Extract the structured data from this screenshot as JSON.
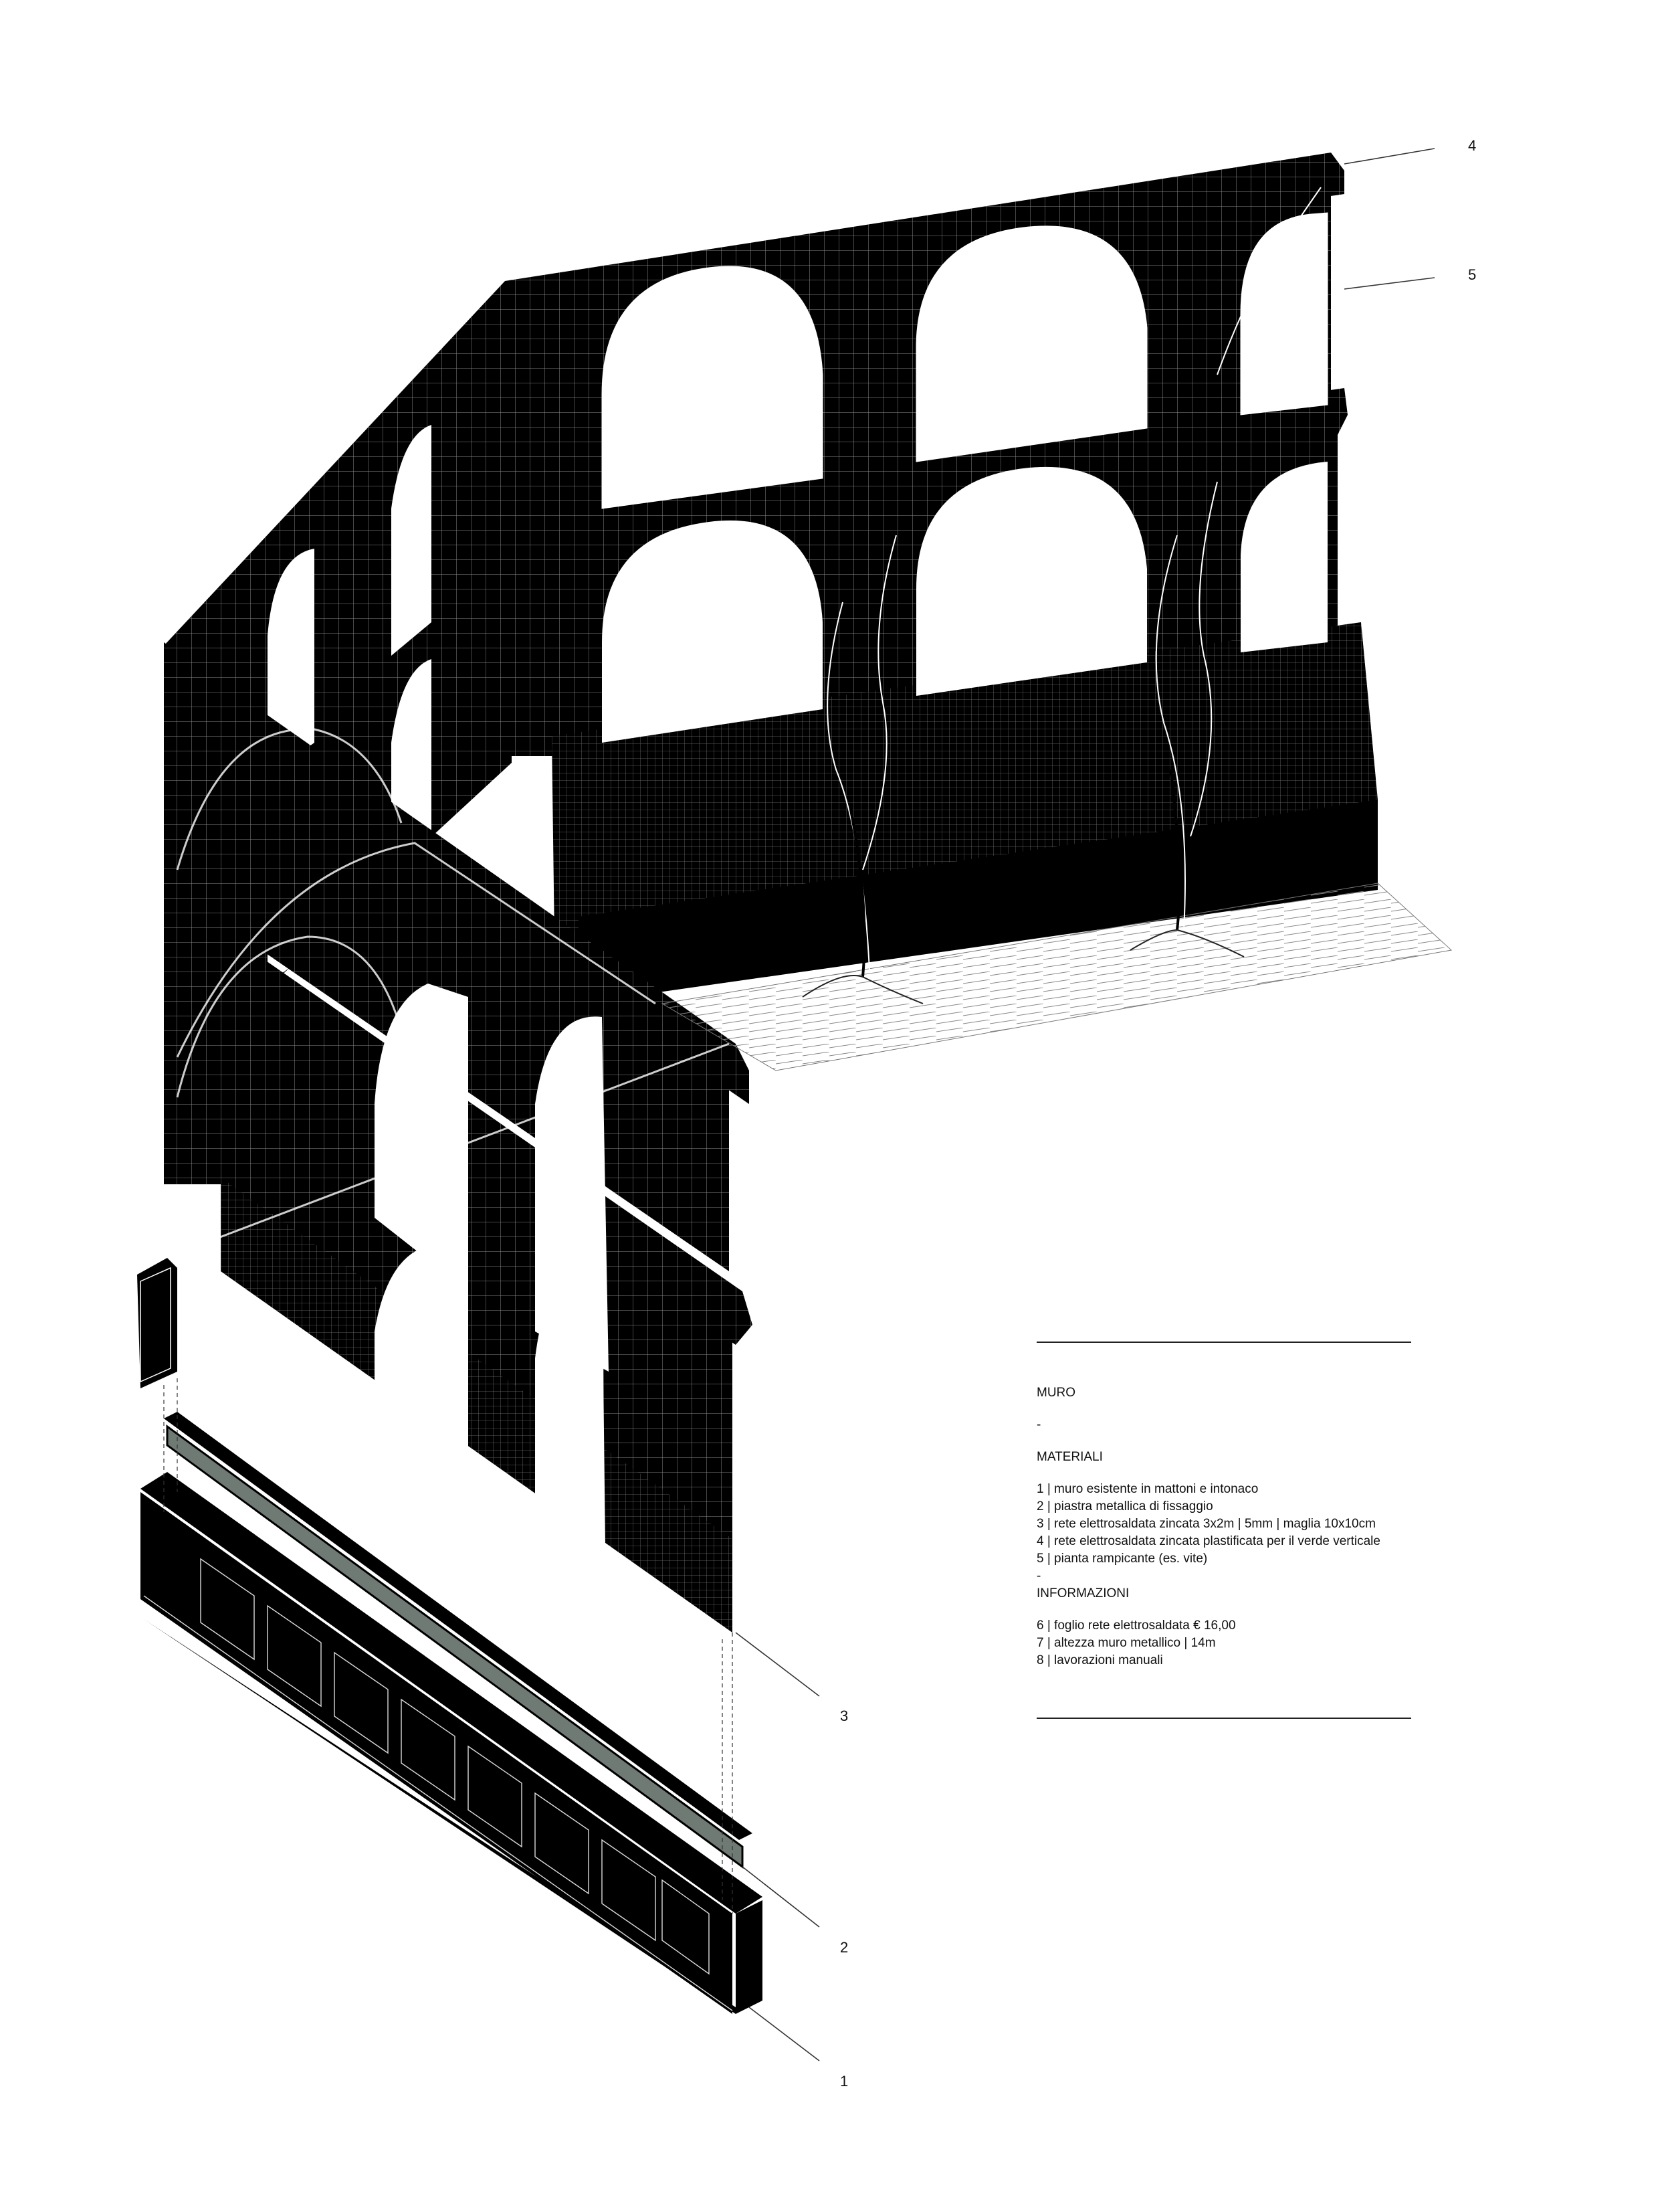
{
  "callouts": [
    {
      "num": "4"
    },
    {
      "num": "5"
    },
    {
      "num": "3"
    },
    {
      "num": "2"
    },
    {
      "num": "1"
    }
  ],
  "legend": {
    "title": "MURO",
    "dash1": "-",
    "materials_heading": "MATERIALI",
    "materials": [
      "1 | muro esistente in mattoni e intonaco",
      "2 | piastra metallica di fissaggio",
      "3 | rete elettrosaldata zincata 3x2m | 5mm | maglia 10x10cm",
      "4 | rete elettrosaldata zincata plastificata per il verde verticale",
      "5 | pianta rampicante (es. vite)"
    ],
    "dash2": "-",
    "info_heading": "INFORMAZIONI",
    "info": [
      "6 | foglio rete elettrosaldata € 16,00",
      "7 | altezza muro metallico | 14m",
      "8 | lavorazioni manuali"
    ]
  },
  "colors": {
    "ink": "#000000",
    "mesh": "#ffffff",
    "plate": "#6f7a74",
    "background": "#ffffff"
  }
}
